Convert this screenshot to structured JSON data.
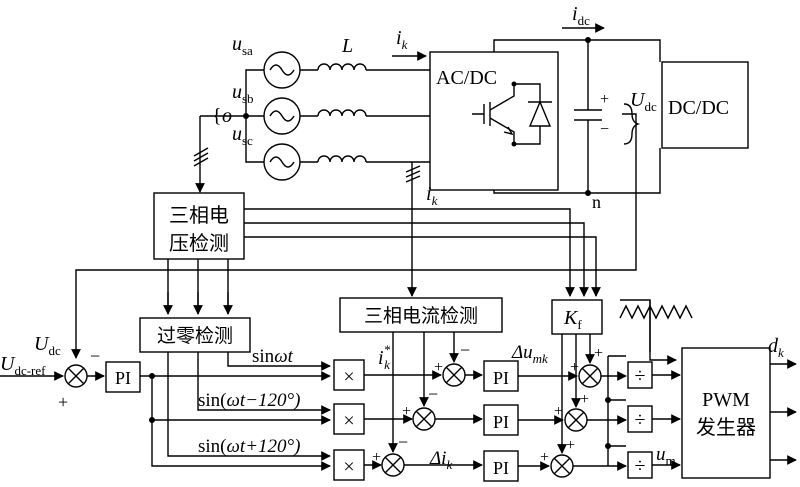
{
  "labels": {
    "usa": "u",
    "usa_sub": "sa",
    "usb": "u",
    "usb_sub": "sb",
    "usc": "u",
    "usc_sub": "sc",
    "o": "o",
    "L": "L",
    "ik_top": "i",
    "ik_top_sub": "k",
    "idc": "i",
    "idc_sub": "dc",
    "acdc": "AC/DC",
    "plus_cap": "+",
    "minus_cap": "−",
    "udc_right": "U",
    "udc_right_sub": "dc",
    "dcdc": "DC/DC",
    "n": "n",
    "ik_mid": "i",
    "ik_mid_sub": "k",
    "v3_line1": "三相电",
    "v3_line2": "压检测",
    "i3": "三相电流检测",
    "zero": "过零检测",
    "kf": "K",
    "kf_sub": "f",
    "udc_left": "U",
    "udc_left_sub": "dc",
    "udcref": "U",
    "udcref_sub": "dc-ref",
    "pi": "PI",
    "mult": "×",
    "sin1": "sin",
    "sin1_arg": "ωt",
    "sin2": "sin(",
    "sin2_arg": "ωt−120°)",
    "sin3": "sin(",
    "sin3_arg": "ωt+120°)",
    "ikstar": "i",
    "ikstar_sub": "k",
    "ikstar_sup": "*",
    "dumk": "Δu",
    "dumk_sub": "mk",
    "dik": "Δi",
    "dik_sub": "k",
    "um": "u",
    "um_sub": "m",
    "div": "÷",
    "pwm1": "PWM",
    "pwm2": "发生器",
    "dk": "d",
    "dk_sub": "k",
    "sign_plus": "+",
    "sign_minus": "−"
  }
}
